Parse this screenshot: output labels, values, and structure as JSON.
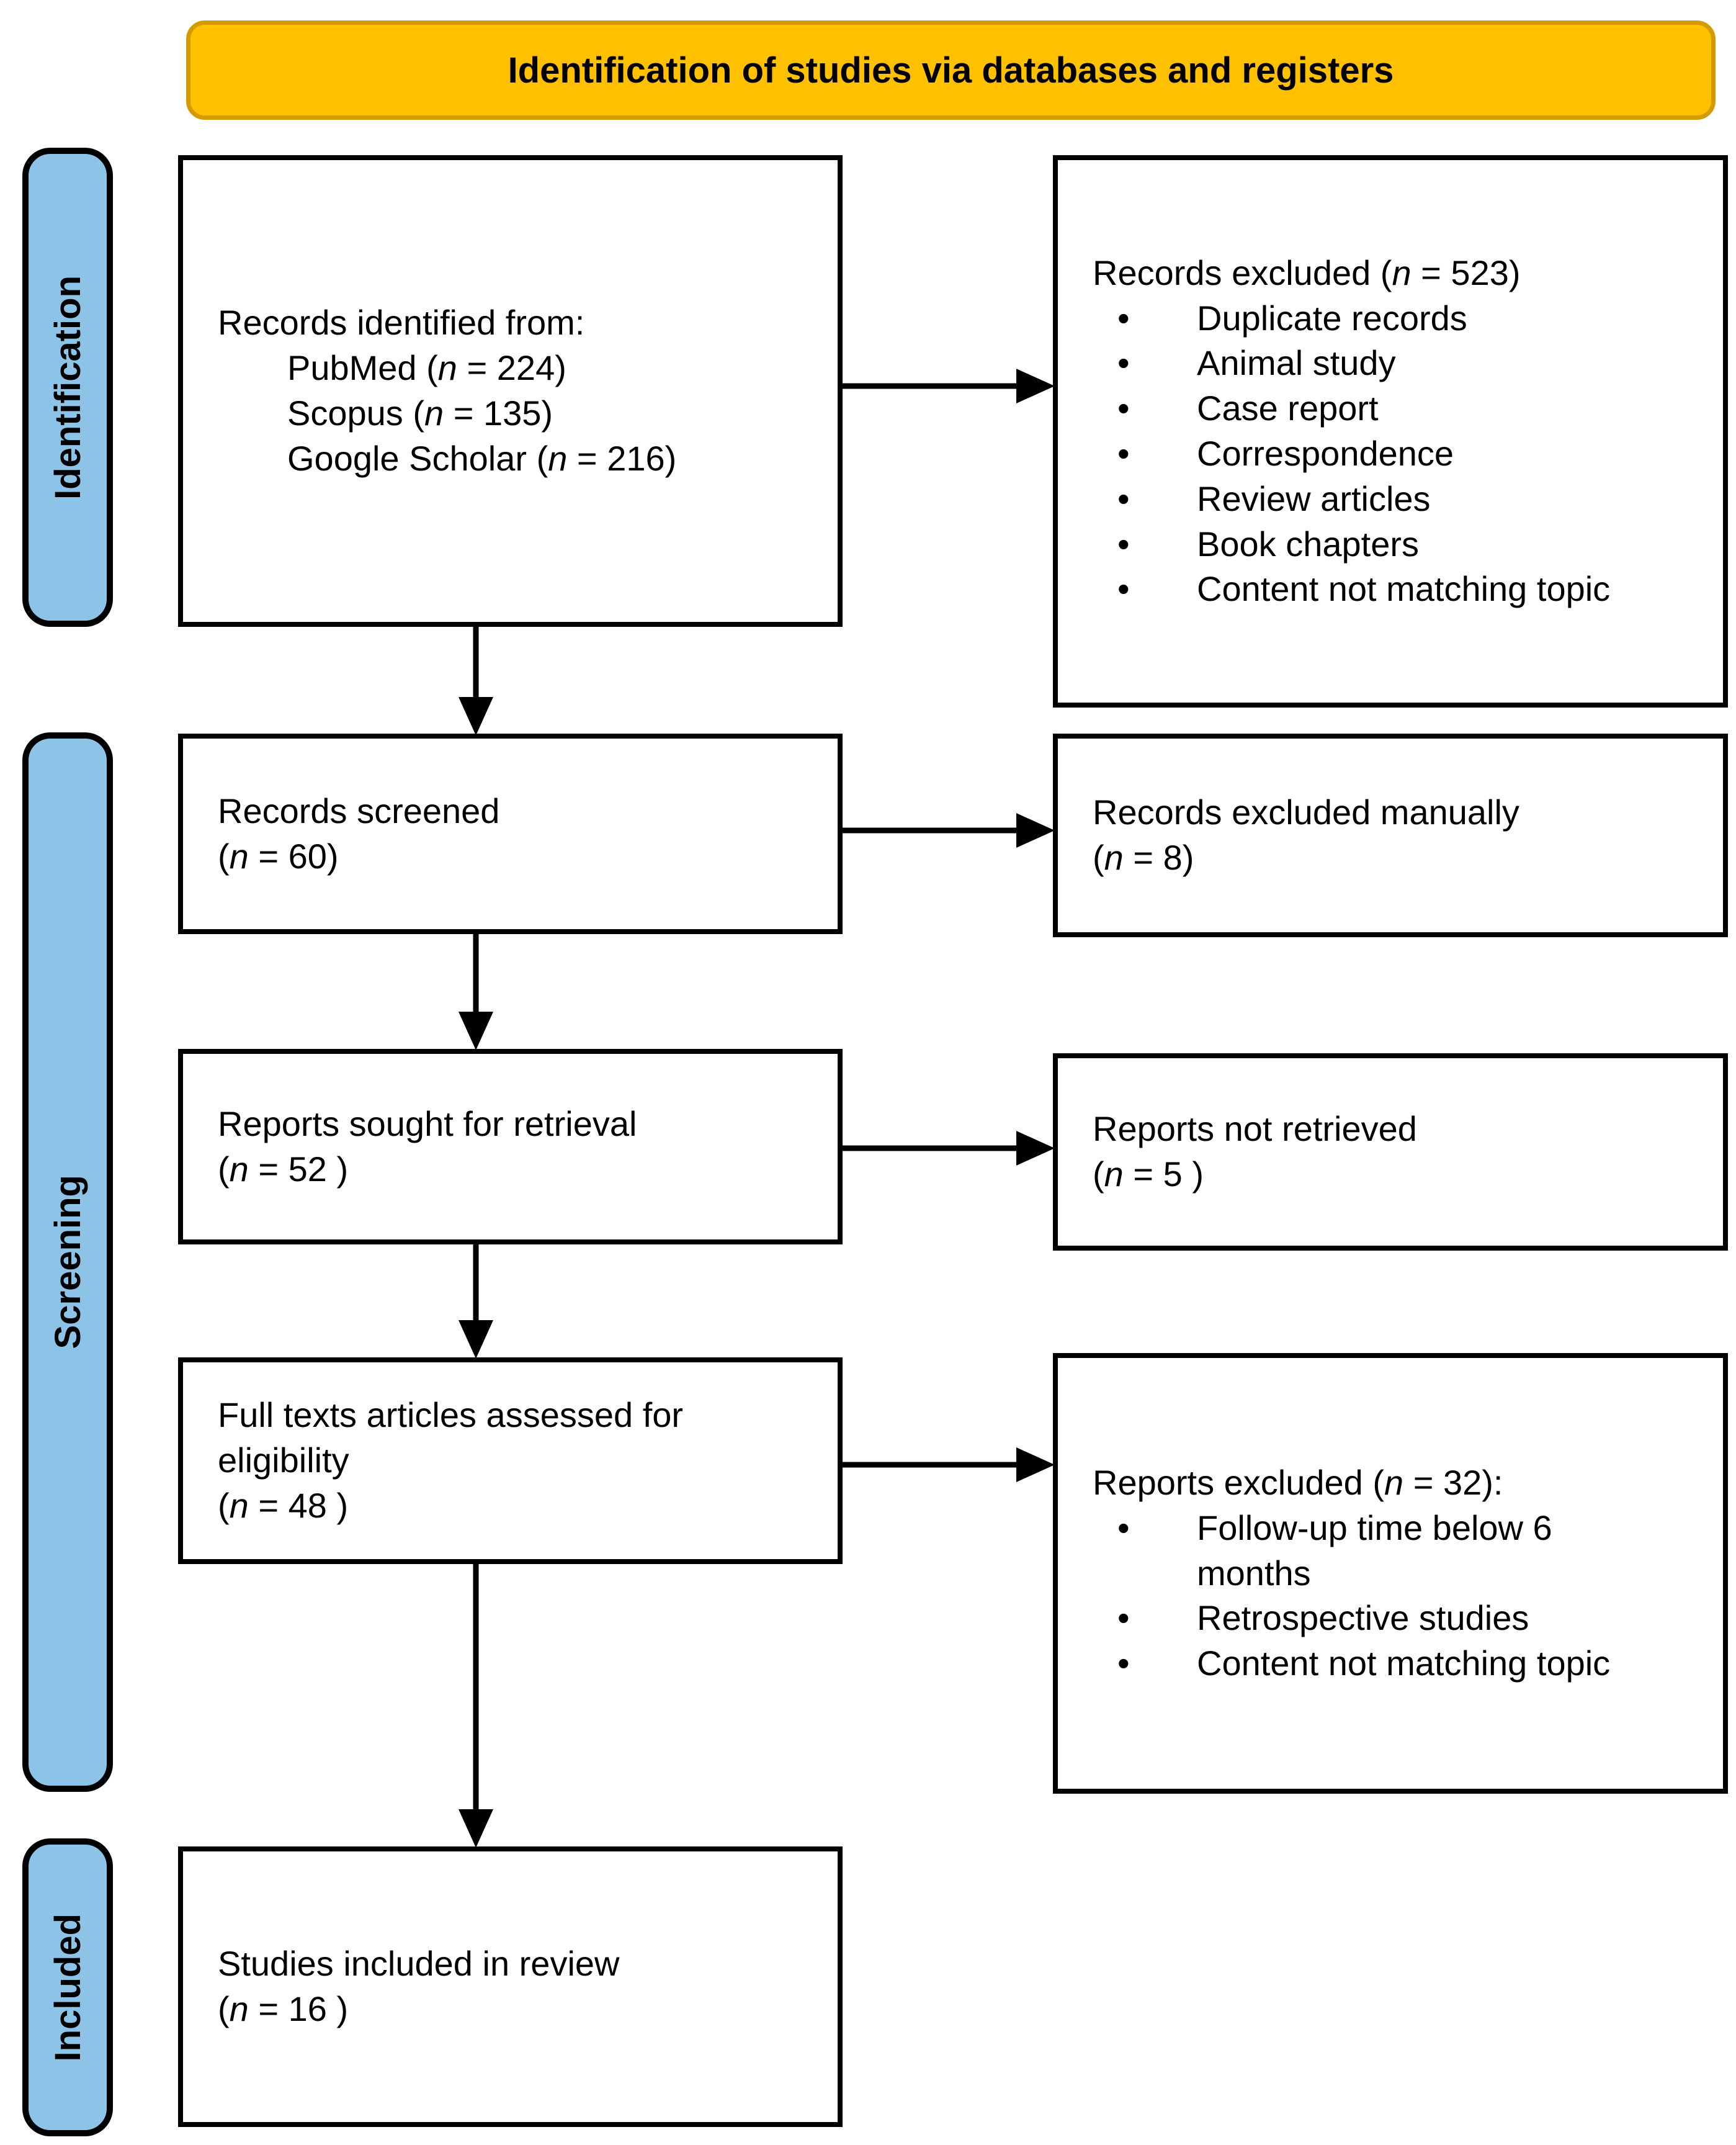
{
  "banner": {
    "title": "Identification of studies via databases and registers",
    "fill": "#FFC000",
    "border": "#D29B00"
  },
  "stages": [
    {
      "label": "Identification",
      "fill": "#8EC3E8"
    },
    {
      "label": "Screening",
      "fill": "#8EC3E8"
    },
    {
      "label": "Included",
      "fill": "#8EC3E8"
    }
  ],
  "left_boxes": [
    {
      "name": "records-identified",
      "lines": [
        {
          "text": "Records identified from:",
          "indent": false
        },
        {
          "text": "PubMed (n = 224)",
          "indent": true
        },
        {
          "text": "Scopus (n = 135)",
          "indent": true
        },
        {
          "text": "Google Scholar (n = 216)",
          "indent": true
        }
      ]
    },
    {
      "name": "records-screened",
      "lines": [
        {
          "text": "Records screened",
          "indent": false
        },
        {
          "text": "(n = 60)",
          "indent": false
        }
      ]
    },
    {
      "name": "reports-sought-for-retrieval",
      "lines": [
        {
          "text": "Reports sought for retrieval",
          "indent": false
        },
        {
          "text": "(n = 52 )",
          "indent": false
        }
      ]
    },
    {
      "name": "full-texts-assessed",
      "lines": [
        {
          "text": "Full texts articles assessed for",
          "indent": false
        },
        {
          "text": "eligibility",
          "indent": false
        },
        {
          "text": "(n = 48 )",
          "indent": false
        }
      ]
    },
    {
      "name": "studies-included-in-review",
      "lines": [
        {
          "text": "Studies included in review",
          "indent": false
        },
        {
          "text": "(n = 16 )",
          "indent": false
        }
      ]
    }
  ],
  "right_boxes": [
    {
      "name": "records-excluded",
      "lines": [
        {
          "text": "Records excluded (n = 523)",
          "indent": false
        }
      ],
      "bullets": [
        "Duplicate records",
        "Animal study",
        "Case report",
        "Correspondence",
        "Review articles",
        "Book chapters",
        "Content not matching topic"
      ]
    },
    {
      "name": "records-excluded-manually",
      "lines": [
        {
          "text": "Records excluded manually",
          "indent": false
        },
        {
          "text": "(n = 8)",
          "indent": false
        }
      ]
    },
    {
      "name": "reports-not-retrieved",
      "lines": [
        {
          "text": "Reports not retrieved",
          "indent": false
        },
        {
          "text": "(n = 5 )",
          "indent": false
        }
      ]
    },
    {
      "name": "reports-excluded",
      "lines": [
        {
          "text": "Reports excluded (n = 32):",
          "indent": false
        }
      ],
      "bullets": [
        "Follow-up time below 6 months",
        "Retrospective studies",
        "Content not matching topic"
      ]
    }
  ],
  "colors": {
    "box_border": "#000000",
    "arrow": "#000000",
    "background": "#FFFFFF"
  }
}
